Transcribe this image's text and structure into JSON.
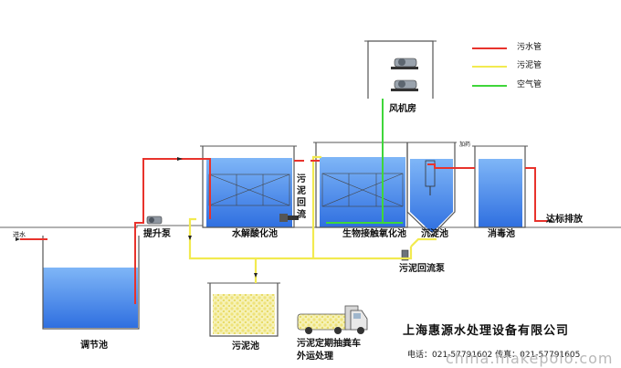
{
  "legend": {
    "sewage_pipe": "污水管",
    "sludge_pipe": "污泥管",
    "air_pipe": "空气管"
  },
  "colors": {
    "sewage_pipe": "#e8332c",
    "sludge_pipe": "#f2ea50",
    "air_pipe": "#3fd63a",
    "water": "#3f8ef2",
    "tank_outline": "#555555"
  },
  "labels": {
    "blower_room": "风机房",
    "inlet": "进水",
    "lift_pump": "提升泵",
    "hydrolysis_tank": "水解酸化池",
    "sludge_return_flow": "污泥回流",
    "contact_oxidation_tank": "生物接触氧化池",
    "settling_tank": "沉淀池",
    "disinfection_tank": "消毒池",
    "discharge": "达标排放",
    "sludge_return_pump": "污泥回流泵",
    "equalization_tank": "调节池",
    "sludge_tank": "污泥池",
    "sludge_truck_line1": "污泥定期抽粪车",
    "sludge_truck_line2": "外运处理",
    "dosing_small": "加药"
  },
  "company": {
    "name": "上海惠源水处理设备有限公司",
    "contact": "电话：021-57791602   传真：021-57791605"
  },
  "watermark": "china.makepolo.com"
}
